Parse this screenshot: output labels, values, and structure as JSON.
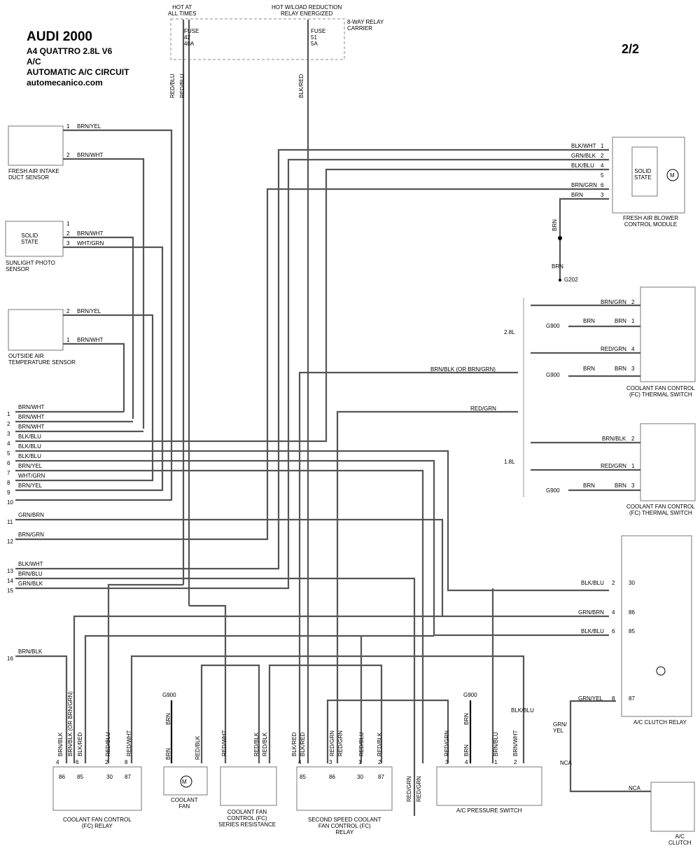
{
  "title": {
    "make": "AUDI 2000",
    "model": "A4 QUATTRO  2.8L  V6",
    "system": "A/C",
    "circuit": "AUTOMATIC A/C CIRCUIT",
    "site": "automecanico.com",
    "page": "2/2"
  },
  "fuse_box": {
    "hot_all_times": "HOT AT\nALL TIMES",
    "hot_load_reduction": "HOT W/LOAD REDUCTION\nRELAY ENERGIZED",
    "carrier": "8-WAY RELAY\nCARRIER",
    "fuse1": "FUSE\n42\n40A",
    "fuse2": "FUSE\n51\n5A"
  },
  "components": {
    "fresh_air_sensor": "FRESH AIR INTAKE\nDUCT SENSOR",
    "sunlight_sensor": "SUNLIGHT PHOTO\nSENSOR",
    "solid_state": "SOLID\nSTATE",
    "outside_air_sensor": "OUTSIDE AIR\nTEMPERATURE SENSOR",
    "blower_module": "FRESH AIR BLOWER\nCONTROL MODULE",
    "thermal_switch": "COOLANT FAN CONTROL\n(FC) THERMAL SWITCH",
    "ac_clutch_relay": "A/C CLUTCH RELAY",
    "ac_clutch": "A/C\nCLUTCH",
    "fc_relay": "COOLANT FAN CONTROL\n(FC) RELAY",
    "coolant_fan": "COOLANT\nFAN",
    "series_resistance": "COOLANT FAN\nCONTROL (FC)\nSERIES RESISTANCE",
    "second_speed_relay": "SECOND SPEED COOLANT\nFAN CONTROL (FC)\nRELAY",
    "pressure_switch": "A/C PRESSURE SWITCH",
    "ground_g202": "G202",
    "ground_g900": "G900",
    "engine_28": "2.8L",
    "engine_18": "1.8L",
    "motor": "M",
    "nca": "NCA"
  },
  "left_connector": [
    {
      "pin": "1",
      "wire": "BRN/WHT"
    },
    {
      "pin": "2",
      "wire": "BRN/WHT"
    },
    {
      "pin": "3",
      "wire": "BRN/WHT"
    },
    {
      "pin": "4",
      "wire": "BLK/BLU"
    },
    {
      "pin": "5",
      "wire": "BLK/BLU"
    },
    {
      "pin": "6",
      "wire": "BLK/BLU"
    },
    {
      "pin": "7",
      "wire": "BRN/YEL"
    },
    {
      "pin": "8",
      "wire": "WHT/GRN"
    },
    {
      "pin": "9",
      "wire": "BRN/YEL"
    },
    {
      "pin": "10",
      "wire": ""
    },
    {
      "pin": "11",
      "wire": "GRN/BRN"
    },
    {
      "pin": "12",
      "wire": "BRN/GRN"
    },
    {
      "pin": "13",
      "wire": "BLK/WHT"
    },
    {
      "pin": "14",
      "wire": "BRN/BLU"
    },
    {
      "pin": "15",
      "wire": "GRN/BLK"
    },
    {
      "pin": "16",
      "wire": "BRN/BLK"
    }
  ],
  "sensor_pins": {
    "fresh1": "1",
    "fresh1w": "BRN/YEL",
    "fresh2": "2",
    "fresh2w": "BRN/WHT",
    "sun1": "1",
    "sun2": "2",
    "sun2w": "BRN/WHT",
    "sun3": "3",
    "sun3w": "WHT/GRN",
    "out2": "2",
    "out2w": "BRN/YEL",
    "out1": "1",
    "out1w": "BRN/WHT"
  },
  "blower_pins": [
    {
      "pin": "1",
      "wire": "BLK/WHT"
    },
    {
      "pin": "2",
      "wire": "GRN/BLK"
    },
    {
      "pin": "4",
      "wire": "BLK/BLU"
    },
    {
      "pin": "5",
      "wire": ""
    },
    {
      "pin": "6",
      "wire": "BRN/GRN"
    },
    {
      "pin": "3",
      "wire": "BRN"
    }
  ],
  "wires": {
    "red_blu": "RED/BLU",
    "blk_red": "BLK/RED",
    "brn": "BRN",
    "brn_blk_or": "BRN/BLK (OR BRN/GRN)",
    "red_grn": "RED/GRN",
    "brn_grn": "BRN/GRN",
    "brn_blk": "BRN/BLK",
    "blk_blu": "BLK/BLU",
    "grn_brn": "GRN/BRN",
    "grn_yel": "GRN/YEL",
    "grn_yel_split": "GRN/\nYEL",
    "red_blk": "RED/BLK",
    "red_wht": "RED/WHT",
    "brn_wht": "BRN/WHT",
    "brn_blu": "BRN/BLU"
  },
  "pin_labels": {
    "p1": "1",
    "p2": "2",
    "p3": "3",
    "p4": "4",
    "p5": "5",
    "p6": "6",
    "p8": "8",
    "r86": "86",
    "r85": "85",
    "r30": "30",
    "r87": "87"
  }
}
